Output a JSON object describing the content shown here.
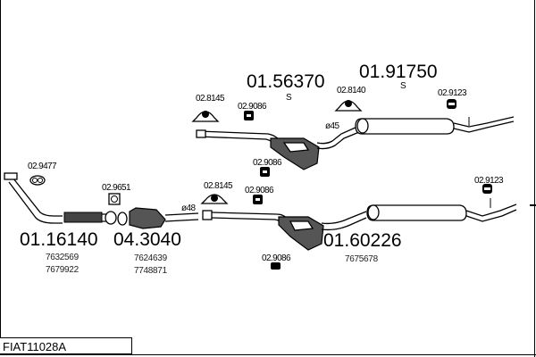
{
  "diagram_id": "FIAT11028A",
  "upper_line": {
    "rear_silencer": {
      "part": "01.91750",
      "suffix": "S"
    },
    "middle_silencer": {
      "part": "01.56370",
      "suffix": "S"
    },
    "pipe_diameter": "ø45",
    "accessories": [
      "02.8145",
      "02.9086",
      "02.8140",
      "02.9123",
      "02.9086"
    ]
  },
  "lower_line": {
    "front_pipe": {
      "part": "01.16140",
      "oe_numbers": [
        "7632569",
        "7679922"
      ]
    },
    "catalyst": {
      "part": "04.3040",
      "oe_numbers": [
        "7624639",
        "7748871"
      ]
    },
    "silencer": {
      "part": "01.60226",
      "oe_numbers": [
        "7675678"
      ]
    },
    "pipe_diameter": "ø48",
    "accessories": [
      "02.9477",
      "02.9651",
      "02.8145",
      "02.9086",
      "02.9123",
      "02.9086"
    ]
  }
}
